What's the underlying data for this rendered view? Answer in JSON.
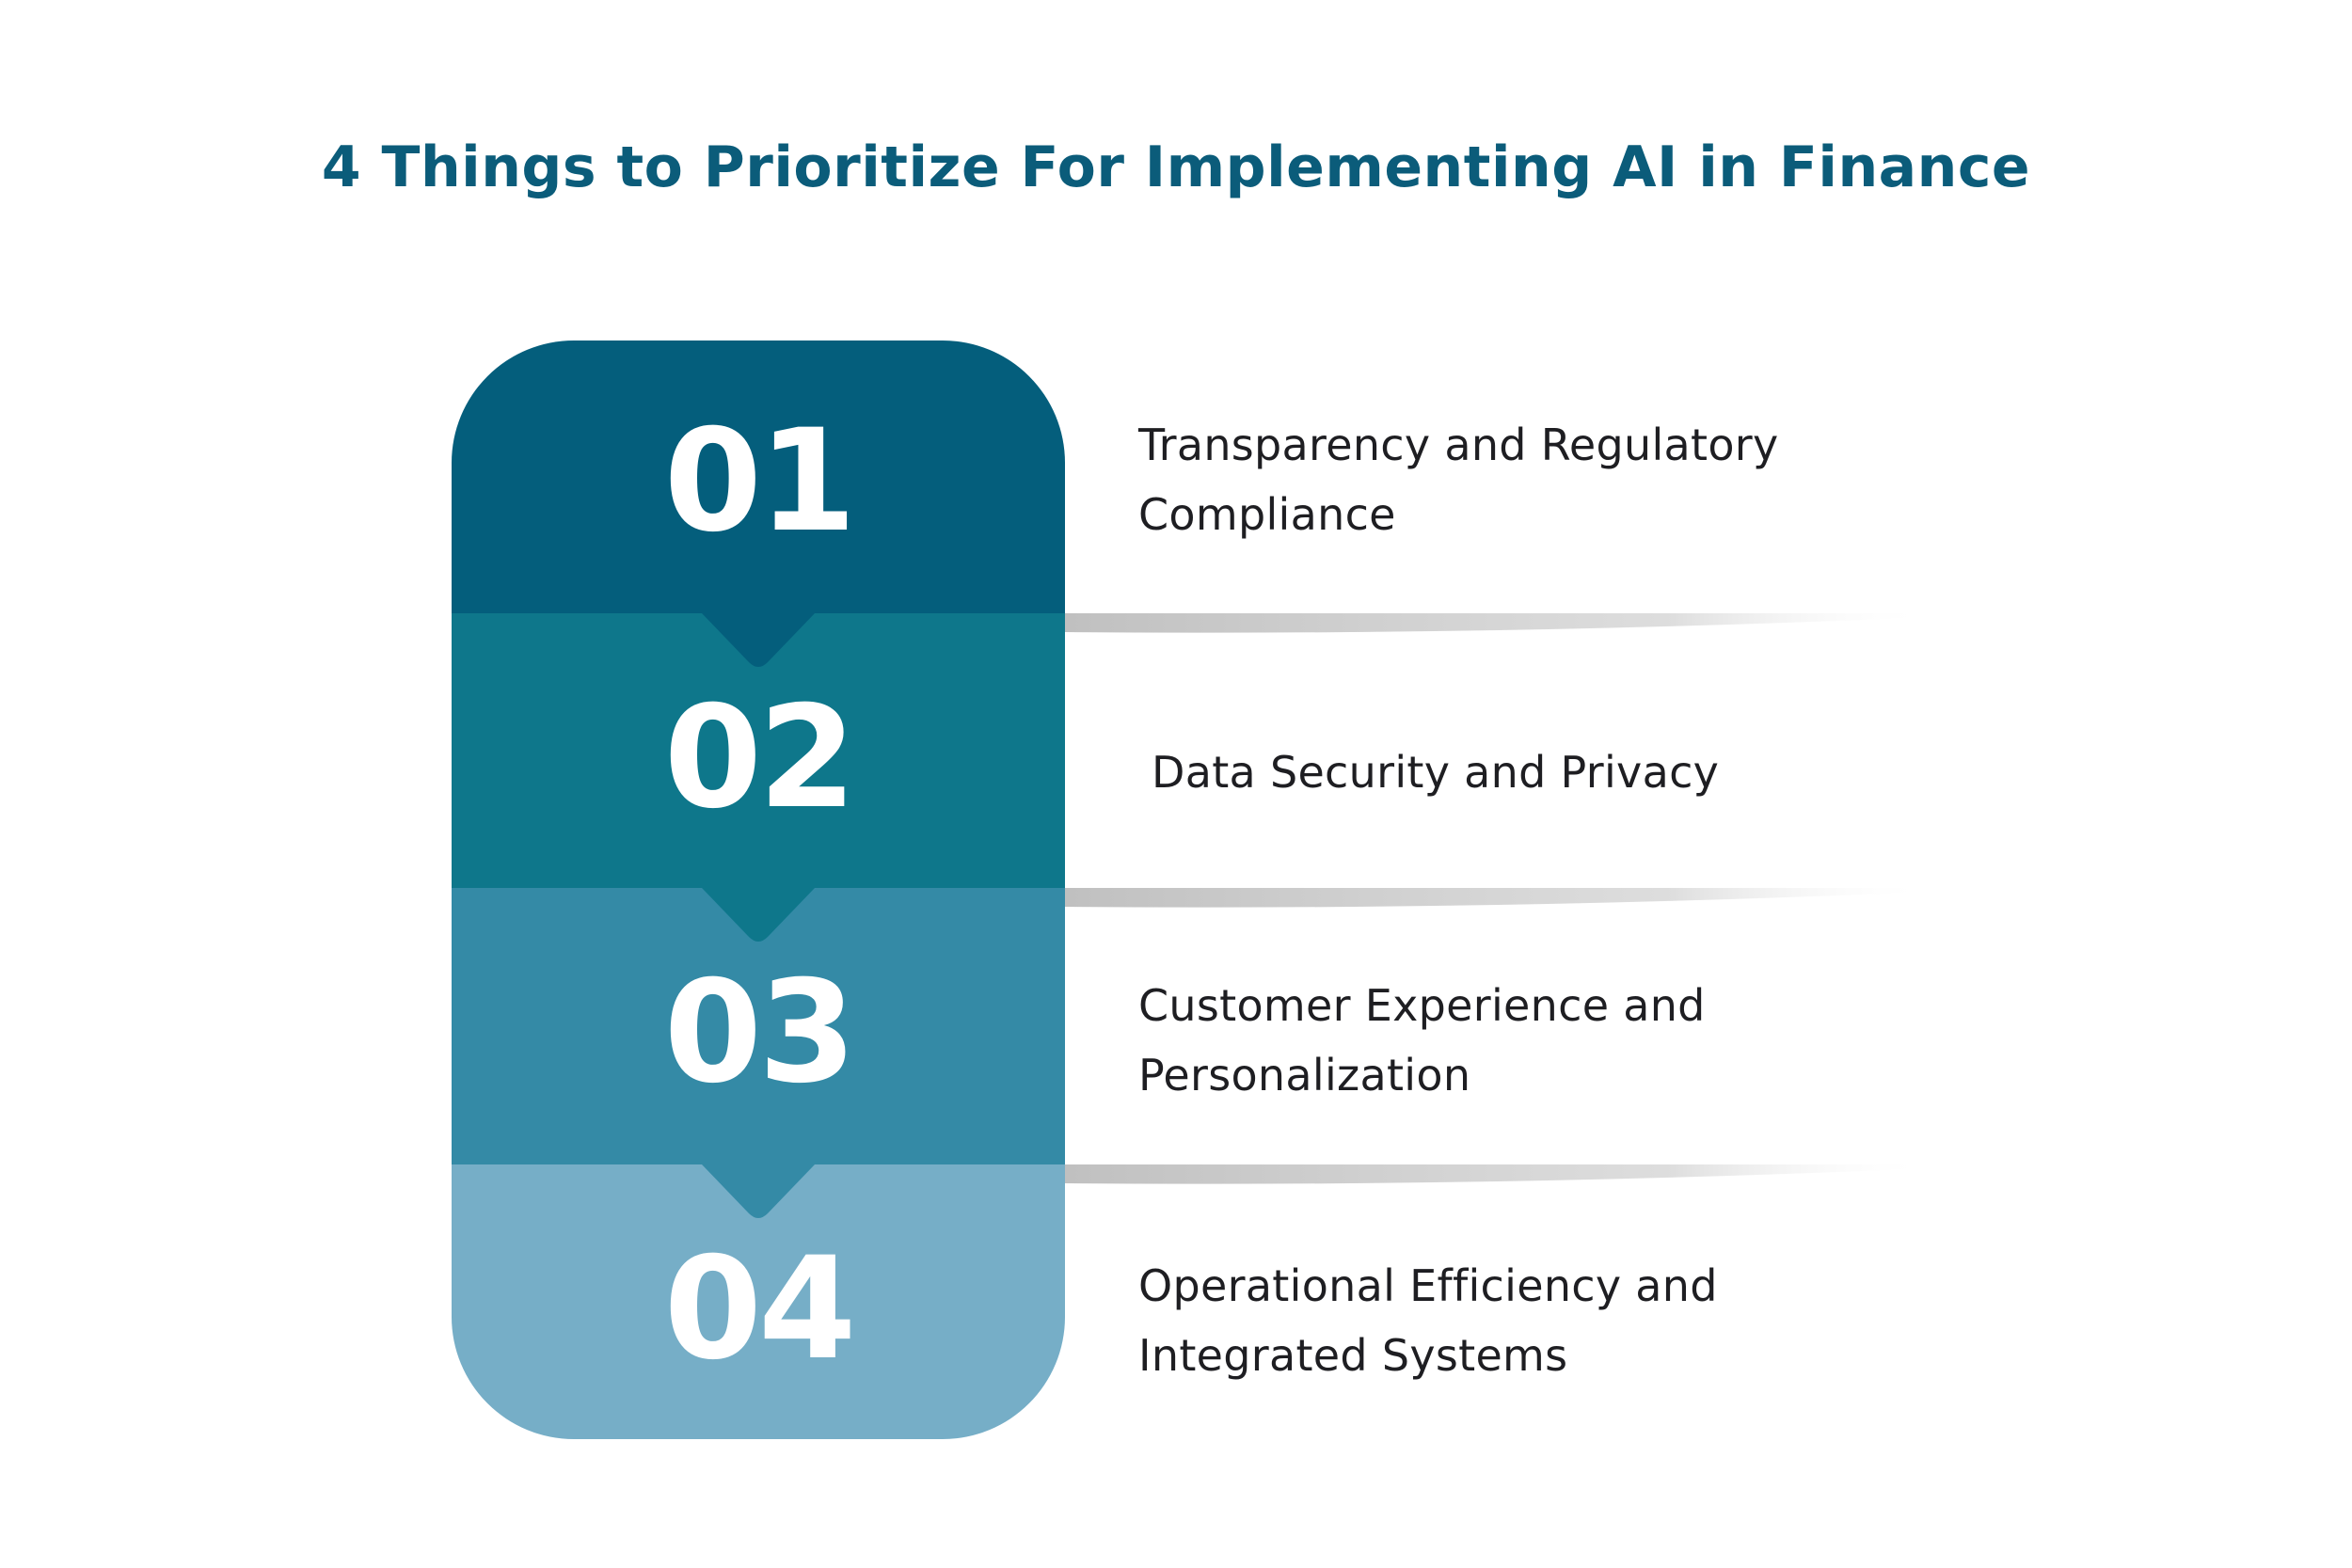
{
  "title": "4 Things to Prioritize For Implementing AI in Finance",
  "colors": {
    "title": "#0b5c7a",
    "band_1": "#045e7c",
    "band_2": "#0e778b",
    "band_3": "#348aa6",
    "band_4": "#76aec7",
    "label_text": "#1e1e22"
  },
  "steps": [
    {
      "number": "01",
      "lines": [
        "Transparency and Regulatory",
        "Compliance"
      ]
    },
    {
      "number": "02",
      "lines": [
        "Data Security and Privacy"
      ]
    },
    {
      "number": "03",
      "lines": [
        "Customer Experience and",
        "Personalization"
      ]
    },
    {
      "number": "04",
      "lines": [
        "Operational Efficiency and",
        "Integrated Systems"
      ]
    }
  ]
}
